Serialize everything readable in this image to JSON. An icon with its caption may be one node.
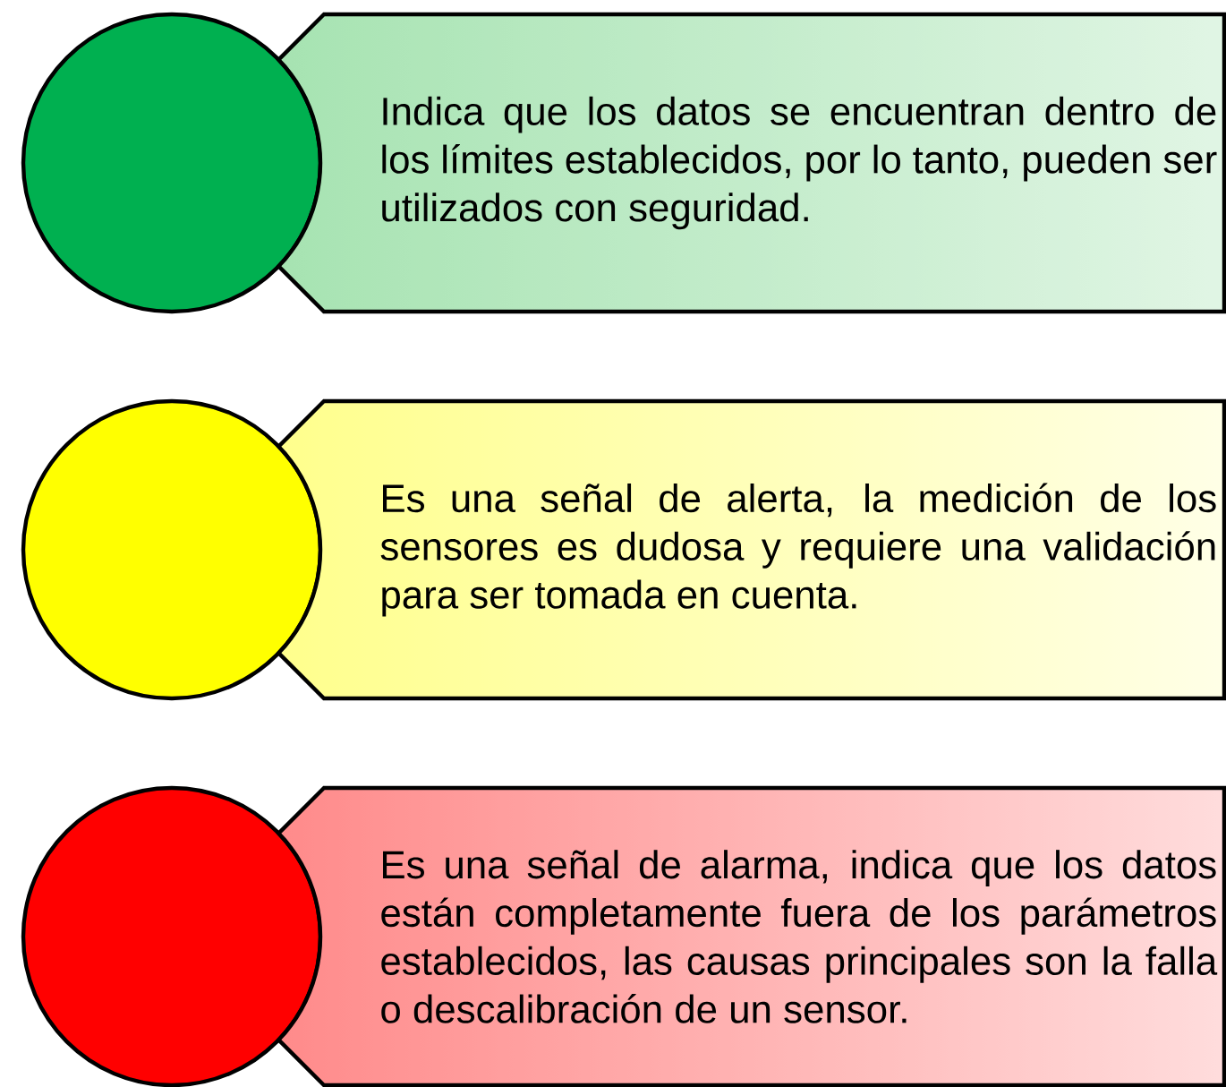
{
  "diagram": {
    "nodes": [
      {
        "text": [],
        "shape": "circle"
      },
      {
        "text": [
          "Indica que los datos se encuentran dentro de los límites establecidos, por lo tanto, pueden ser utilizados con seguridad."
        ]
      },
      {
        "text": [],
        "shape": "circle"
      },
      {
        "text": [
          "Es una señal de alerta, la medición de los sensores es dudosa y requiere una validación para ser tomada en cuenta."
        ]
      },
      {
        "text": [],
        "shape": "circle"
      },
      {
        "text": [
          "Es una señal de alarma, indica que los datos están completamente fuera de los parámetros establecidos, las causas principales son la falla o descalibración de un sensor."
        ]
      }
    ]
  }
}
